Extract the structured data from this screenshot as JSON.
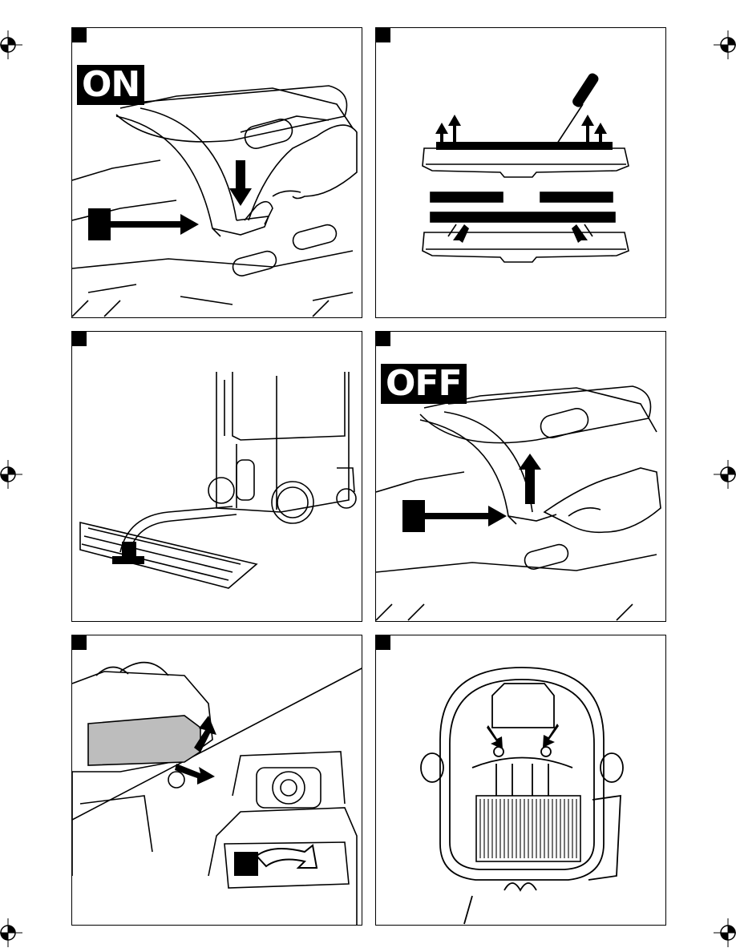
{
  "page": {
    "panels": [
      {
        "id": 1,
        "label": "ON",
        "label_visible": true,
        "illustration": "press-button-icon"
      },
      {
        "id": 2,
        "label": "",
        "label_visible": false,
        "illustration": "brush-strip-replacement-icon"
      },
      {
        "id": 3,
        "label": "",
        "label_visible": false,
        "illustration": "vacuum-on-grate-icon"
      },
      {
        "id": 4,
        "label": "OFF",
        "label_visible": true,
        "illustration": "lift-button-icon"
      },
      {
        "id": 5,
        "label": "",
        "label_visible": false,
        "illustration": "open-lid-filter-icon"
      },
      {
        "id": 6,
        "label": "",
        "label_visible": false,
        "illustration": "filter-underside-icon"
      }
    ],
    "colors": {
      "ink": "#000000",
      "paper": "#ffffff",
      "shade": "#bdbdbd"
    },
    "registration_mark_icon": "crosshair-circle-icon"
  }
}
